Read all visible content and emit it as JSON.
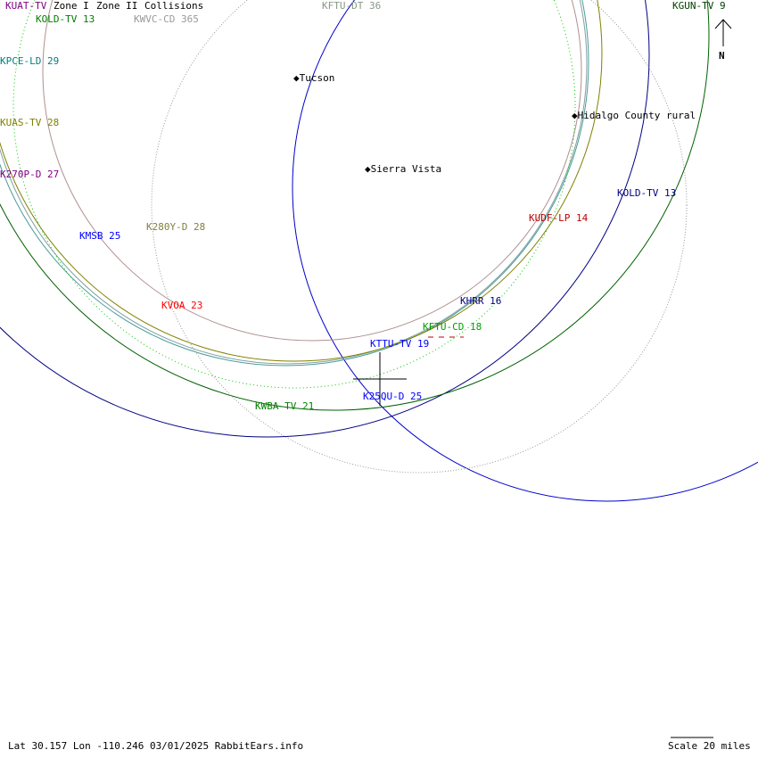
{
  "header": {
    "zone": "Zone I",
    "zone2": "Zone II",
    "collisions": "Collisions"
  },
  "stations": [
    {
      "label": "KUAT-TV",
      "color": "#800080"
    },
    {
      "label": "KOLD-TV 13",
      "color": "#000080"
    },
    {
      "label": "KWVC-CD 365",
      "color": "#999999"
    },
    {
      "label": "KFTU-DT 36",
      "color": "#888888"
    },
    {
      "label": "KGUN-TV 9",
      "color": "#004000"
    },
    {
      "label": "KPCE-LD 29",
      "color": "#008080"
    },
    {
      "label": "KUAS-TV 28",
      "color": "#808000"
    },
    {
      "label": "K270P-D 27",
      "color": "#800080"
    },
    {
      "label": "KMSB 25",
      "color": "#0000ff"
    },
    {
      "label": "K280Y-D 28",
      "color": "#808040"
    },
    {
      "label": "KUDF-LP 14",
      "color": "#c00000"
    },
    {
      "label": "KOLD-TV 13",
      "color": "#000080"
    },
    {
      "label": "KVOA 23",
      "color": "#ff0000"
    },
    {
      "label": "KHRR 16",
      "color": "#000080"
    },
    {
      "label": "KFTU-CD 18",
      "color": "#00a000"
    },
    {
      "label": "KTTU-TV 19",
      "color": "#0000ff"
    },
    {
      "label": "K25QU-D 25",
      "color": "#0000ff"
    },
    {
      "label": "KWBA-TV 21",
      "color": "#008000"
    }
  ],
  "cities": [
    "Tucson",
    "Sierra Vista",
    "Hidalgo County rural"
  ],
  "compass": "N",
  "footer": {
    "status": "Lat 30.157 Lon -110.246 03/01/2025 RabbitEars.info",
    "scale": "Scale 20 miles"
  }
}
